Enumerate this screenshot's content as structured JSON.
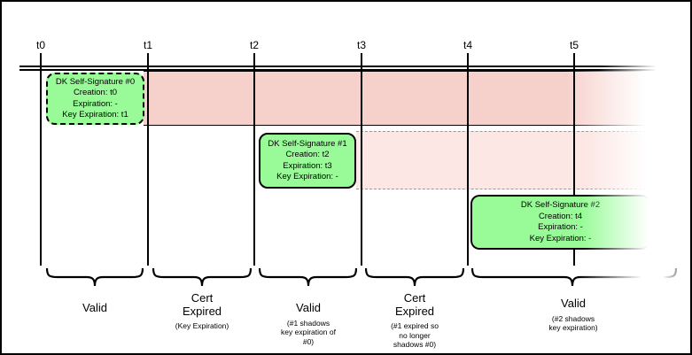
{
  "timeline": {
    "ticks": [
      "t0",
      "t1",
      "t2",
      "t3",
      "t4",
      "t5"
    ],
    "signatures": [
      {
        "title": "DK Self-Signature #0",
        "creation": "Creation: t0",
        "expiration": "Expiration: -",
        "key_expiration": "Key Expiration: t1"
      },
      {
        "title": "DK Self-Signature #1",
        "creation": "Creation: t2",
        "expiration": "Expiration: t3",
        "key_expiration": "Key Expiration: -"
      },
      {
        "title": "DK Self-Signature #2",
        "creation": "Creation: t4",
        "expiration": "Expiration: -",
        "key_expiration": "Key Expiration: -"
      }
    ],
    "periods": [
      {
        "label": "Valid",
        "note": ""
      },
      {
        "label": "Cert\nExpired",
        "note": "(Key Expiration)"
      },
      {
        "label": "Valid",
        "note": "(#1 shadows\nkey expiration of\n#0)"
      },
      {
        "label": "Cert\nExpired",
        "note": "(#1 expired so\nno longer\nshadows #0)"
      },
      {
        "label": "Valid",
        "note": "(#2 shadows\nkey expiration)"
      }
    ],
    "colors": {
      "band_strong": "#f6d0cb",
      "band_faded": "#fce7e4",
      "signature_fill": "#99fb98",
      "stroke": "#000000"
    }
  }
}
